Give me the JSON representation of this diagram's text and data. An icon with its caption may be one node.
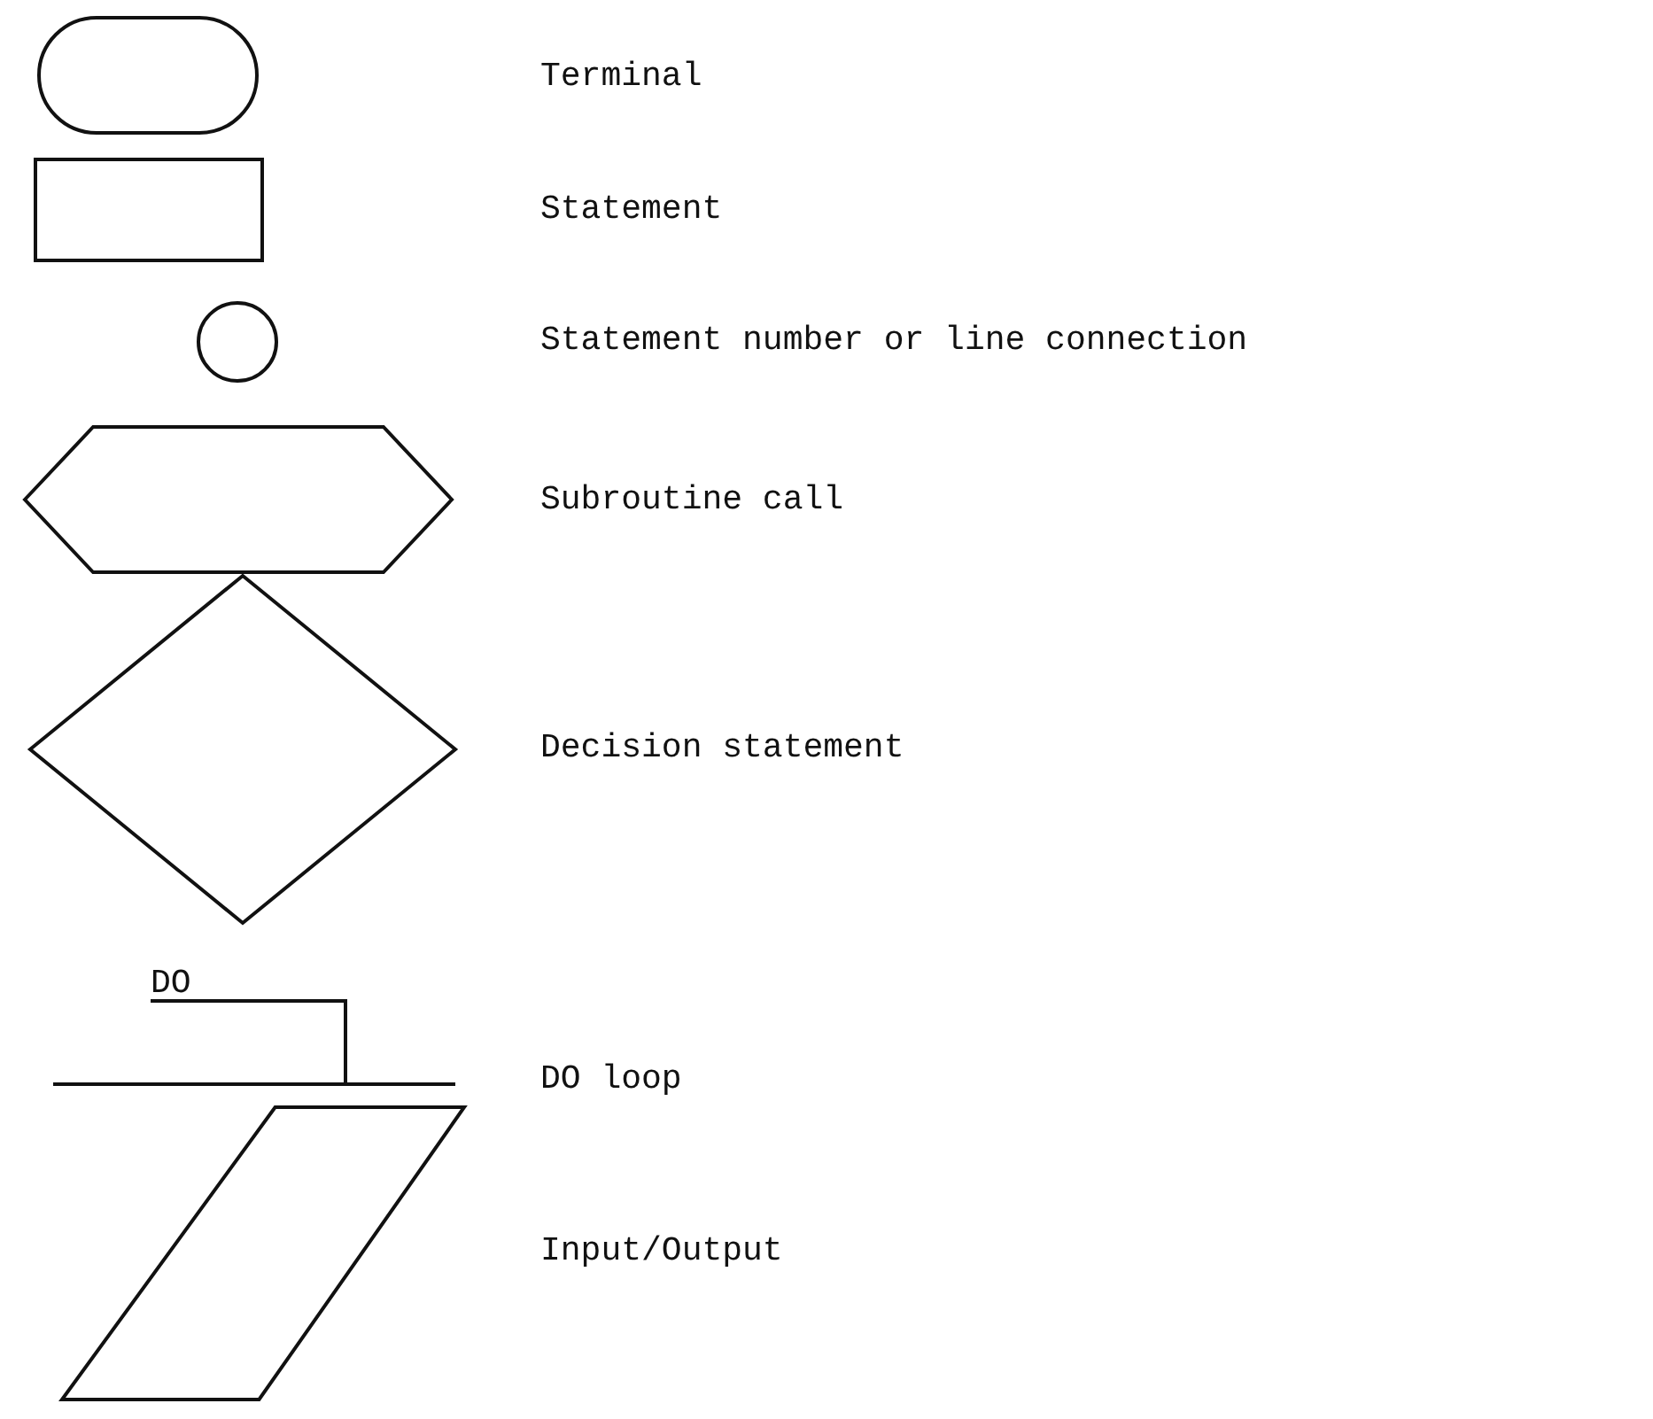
{
  "diagram": {
    "nodes": [
      {
        "text": [],
        "shape": "stadium"
      },
      {
        "text": [],
        "shape": "box"
      },
      {
        "text": [],
        "shape": "circle"
      },
      {
        "text": [],
        "shape": "hexagon"
      },
      {
        "text": [],
        "shape": "diamond"
      },
      {
        "text": [
          "DO"
        ]
      },
      {
        "text": [],
        "shape": "parallelogram"
      }
    ],
    "labels": [
      "Terminal",
      "Statement",
      "Statement number or line connection",
      "Subroutine call",
      "Decision statement",
      "DO loop",
      "Input/Output"
    ]
  }
}
